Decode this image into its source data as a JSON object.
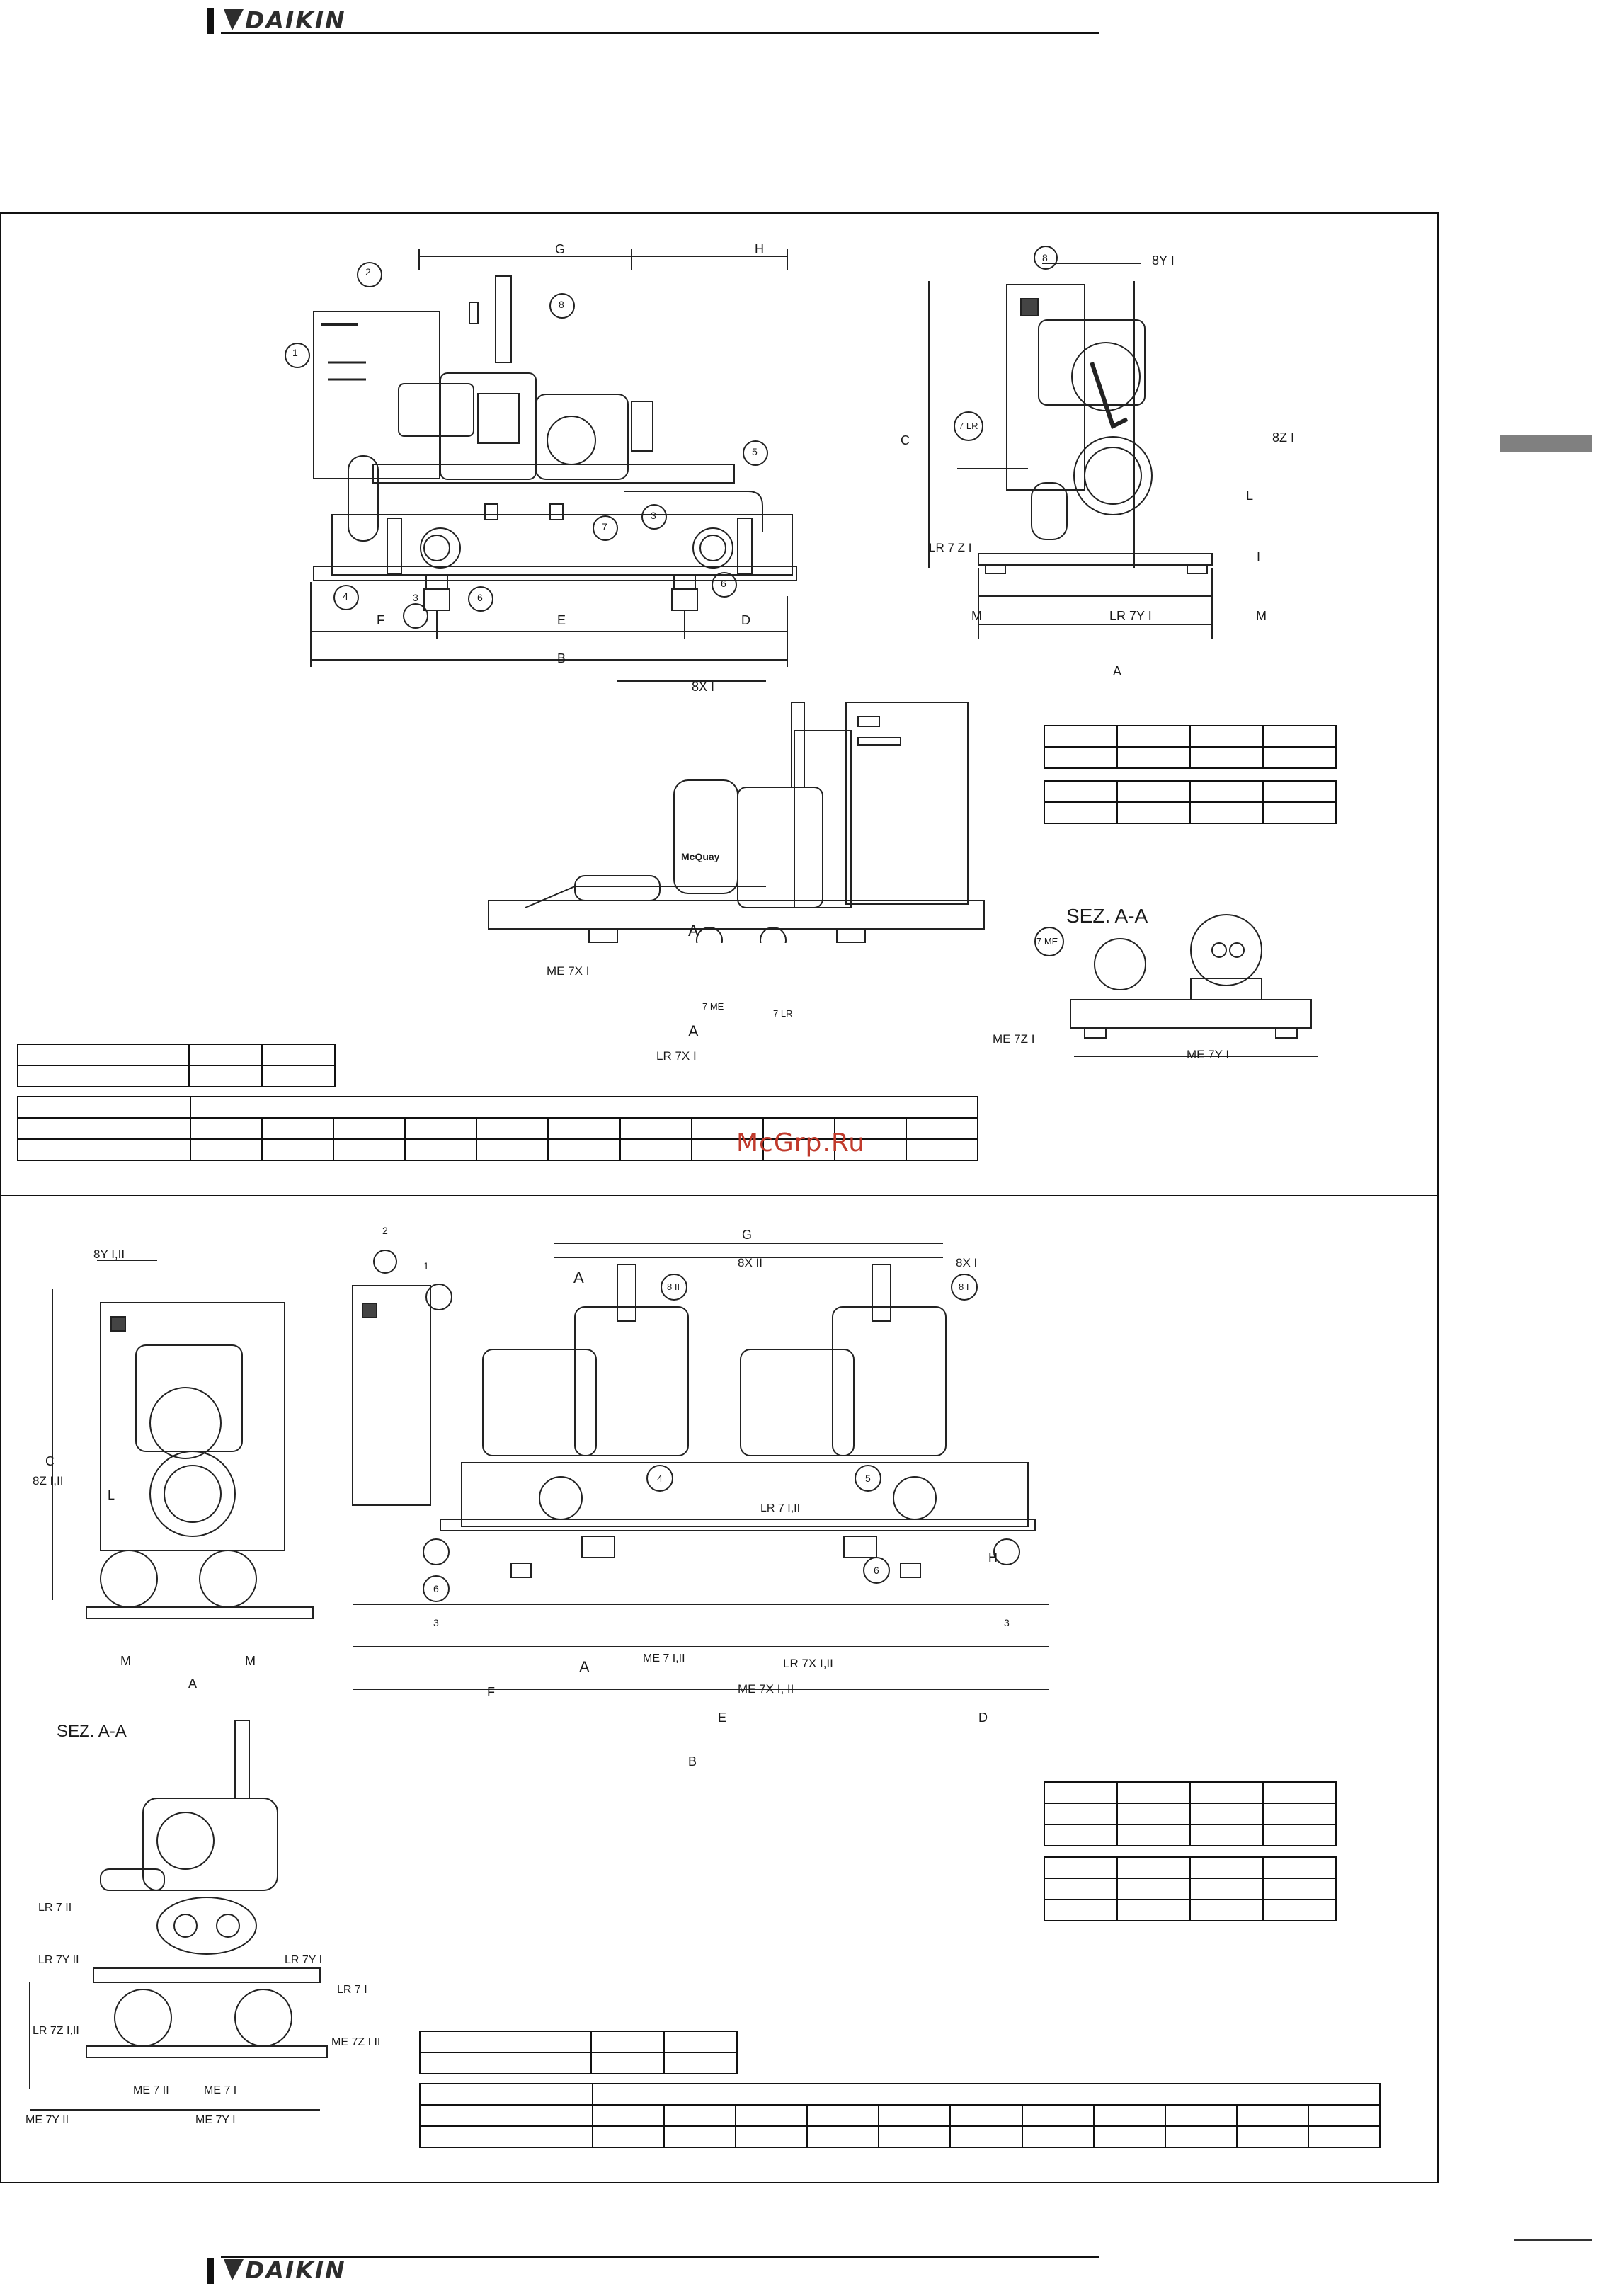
{
  "brand": {
    "name": "DAIKIN"
  },
  "watermark": "McGrp.Ru",
  "panel1": {
    "top_view": {
      "dims": [
        "G",
        "H",
        "F",
        "E",
        "D",
        "B"
      ],
      "callouts": [
        "1",
        "2",
        "3",
        "3",
        "4",
        "5",
        "6",
        "6",
        "7",
        "8"
      ]
    },
    "side_view": {
      "dims": [
        "8Y I",
        "C",
        "8Z I",
        "L",
        "LR 7 Z I",
        "I",
        "M",
        "LR 7Y I",
        "M",
        "A"
      ],
      "callouts": [
        "8",
        "7 LR"
      ]
    },
    "rear_view": {
      "dims": [
        "8X I",
        "ME 7X I",
        "A",
        "A",
        "LR 7X I"
      ],
      "callouts": [
        "7 ME",
        "7 LR"
      ],
      "brand_label": "McQuay"
    },
    "section_view": {
      "title": "SEZ. A-A",
      "dims": [
        "ME 7Z I",
        "ME 7Y I"
      ],
      "callouts": [
        "7 ME"
      ]
    }
  },
  "panel2": {
    "end_view": {
      "dims": [
        "8Y I,II",
        "C",
        "8Z I,II",
        "L",
        "M",
        "M",
        "A"
      ]
    },
    "front_view": {
      "dims": [
        "G",
        "8X II",
        "8X I",
        "A",
        "A",
        "H",
        "F",
        "E",
        "D",
        "B",
        "LR 7X I,II",
        "ME 7X I, II"
      ],
      "callouts": [
        "1",
        "2",
        "3",
        "3",
        "4",
        "5",
        "6",
        "6",
        "8 II",
        "8 I"
      ],
      "labels": [
        "LR 7 I,II",
        "ME 7 I,II"
      ]
    },
    "section_view": {
      "title": "SEZ. A-A",
      "labels": [
        "LR 7 II",
        "LR 7Y II",
        "LR 7Y I",
        "LR 7 I",
        "LR 7Z I,II",
        "ME 7Z I II",
        "ME 7 II",
        "ME 7 I",
        "ME 7Y II",
        "ME 7Y I"
      ]
    }
  }
}
